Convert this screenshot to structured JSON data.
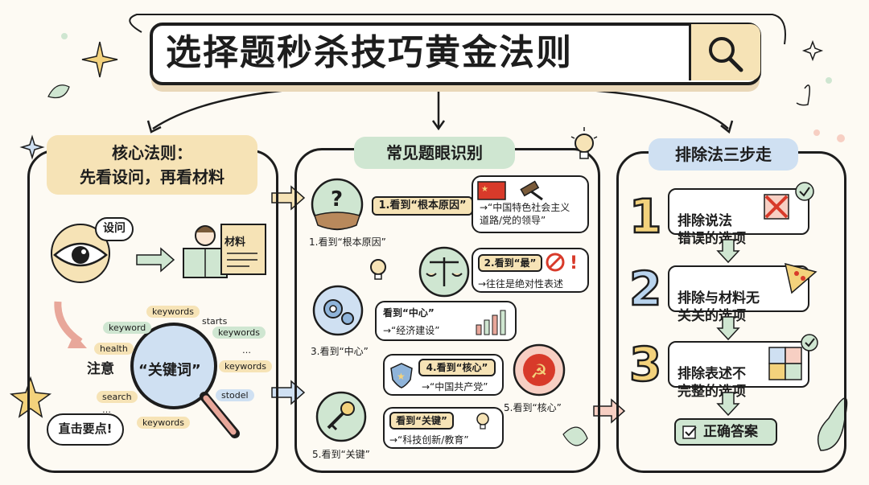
{
  "title": "选择题秒杀技巧黄金法则",
  "left": {
    "header": "核心法则：\n先看设问，再看材料",
    "bubble_question": "设问",
    "scroll_label": "材料",
    "note_prefix": "注意",
    "keyword_center": "“关键词”",
    "words": [
      "keywords",
      "keyword",
      "starts",
      "keywords",
      "health",
      "…",
      "keywords",
      "search",
      "stodel",
      "…",
      "keywords"
    ],
    "callout": "直击要点!"
  },
  "middle": {
    "header": "常见题眼识别",
    "items": [
      {
        "tag": "1.看到“根本原因”",
        "result": "→“中国特色社会主义\n道路/党的领导”",
        "caption": "1.看到“根本原因”"
      },
      {
        "tag": "2.看到“最”",
        "result": "→往往是绝对性表述"
      },
      {
        "tag": "看到“中心”",
        "result": "→“经济建设”",
        "caption": "3.看到“中心”"
      },
      {
        "tag": "4.看到“核心”",
        "result": "→“中国共产党”",
        "caption": "5.看到“核心”"
      },
      {
        "tag": "看到“关键”",
        "result": "→“科技创新/教育”",
        "caption": "5.看到“关键”"
      }
    ]
  },
  "right": {
    "header": "排除法三步走",
    "steps": [
      {
        "num": "1",
        "text": "排除说法\n错误的选项"
      },
      {
        "num": "2",
        "text": "排除与材料无\n关关的选项"
      },
      {
        "num": "3",
        "text": "排除表述不\n完整的选项"
      }
    ],
    "answer": "正确答案"
  },
  "colors": {
    "yellow": "#f6e3b6",
    "green": "#cfe6d1",
    "blue": "#cfe0f2",
    "cream": "#fdfaf3",
    "peach": "#f7cfc3"
  }
}
